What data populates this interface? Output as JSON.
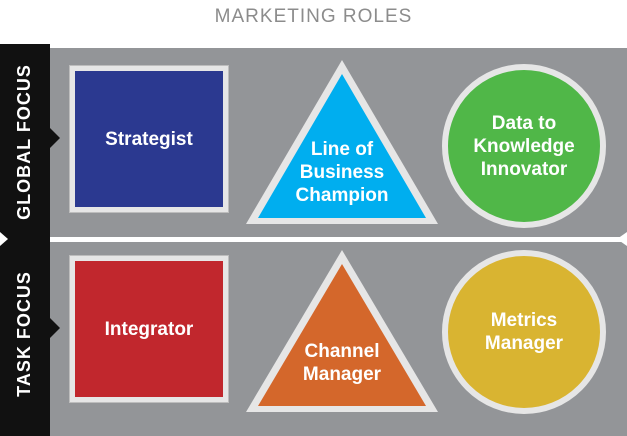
{
  "title": "MARKETING ROLES",
  "rows": {
    "top_label": "GLOBAL FOCUS",
    "bottom_label": "TASK FOCUS"
  },
  "roles": {
    "strategist": {
      "label": "Strategist",
      "color": "#2b3990"
    },
    "line_of_business": {
      "line1": "Line of",
      "line2": "Business",
      "line3": "Champion",
      "color": "#00aeef"
    },
    "data_to_knowledge": {
      "line1": "Data to",
      "line2": "Knowledge",
      "line3": "Innovator",
      "color": "#50b748"
    },
    "integrator": {
      "label": "Integrator",
      "color": "#c1272d"
    },
    "channel_manager": {
      "line1": "Channel",
      "line2": "Manager",
      "color": "#d4672b"
    },
    "metrics_manager": {
      "line1": "Metrics",
      "line2": "Manager",
      "color": "#d9b431"
    }
  }
}
